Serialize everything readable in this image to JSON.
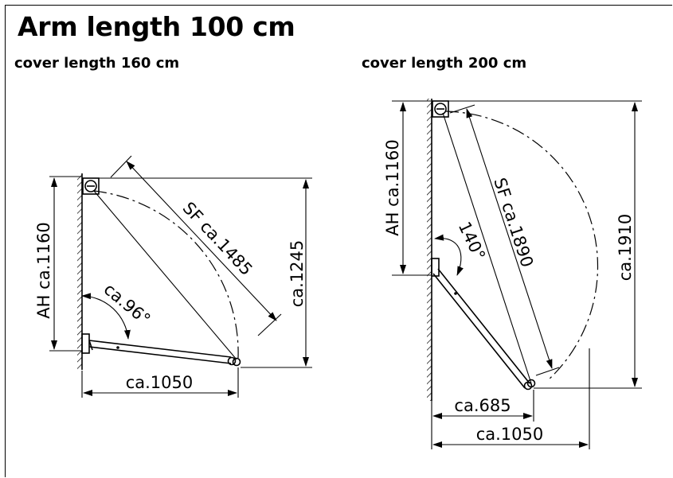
{
  "title": "Arm length 100 cm",
  "left": {
    "subtitle": "cover length 160 cm",
    "labels": {
      "ah": "AH ca.1160",
      "sf": "SF ca.1485",
      "height": "ca.1245",
      "angle": "ca.96°",
      "width": "ca.1050"
    }
  },
  "right": {
    "subtitle": "cover length 200 cm",
    "labels": {
      "ah": "AH ca.1160",
      "sf": "SF ca.1890",
      "height": "ca.1910",
      "angle": "140°",
      "width_short": "ca.685",
      "width": "ca.1050"
    }
  }
}
